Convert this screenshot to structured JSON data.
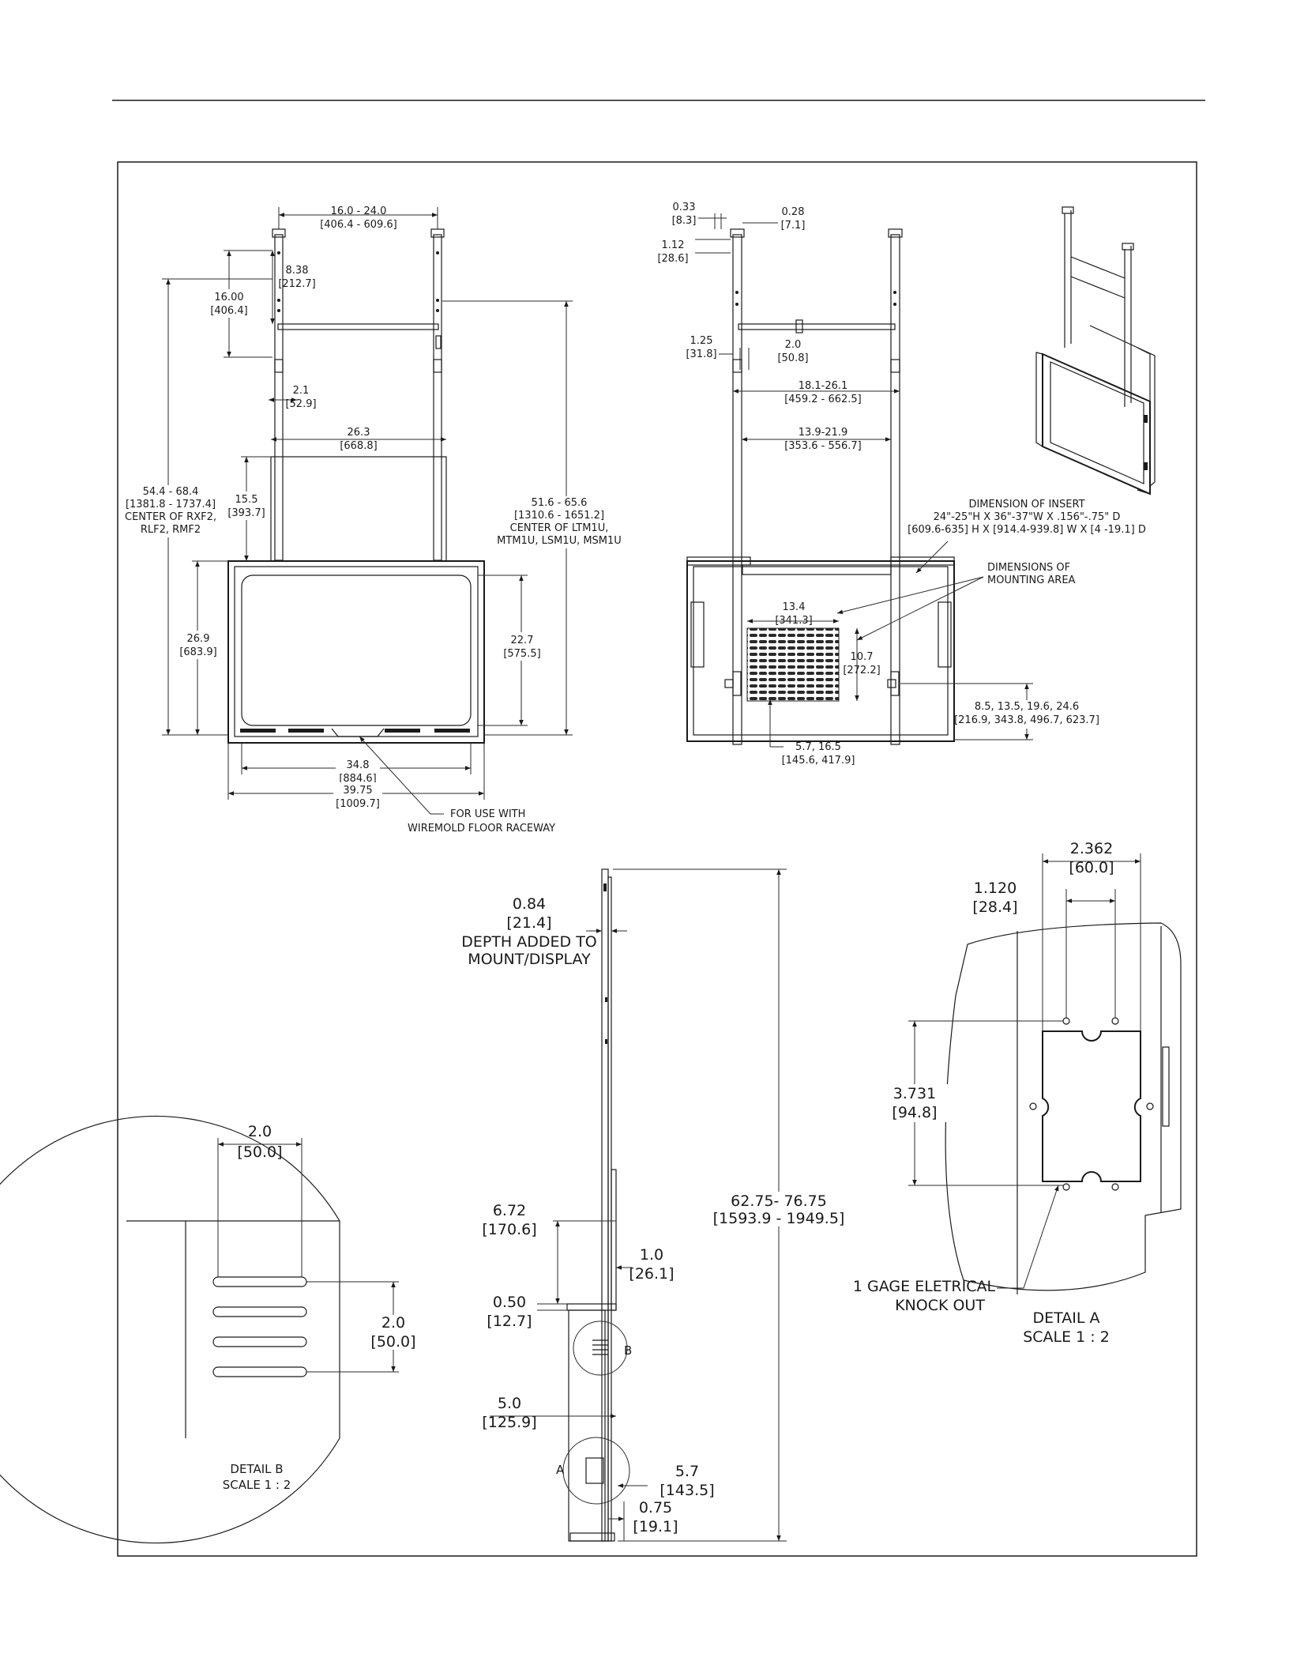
{
  "header": {},
  "views": {
    "front": {
      "width_range": [
        "16.0 - 24.0",
        "[406.4 - 609.6]"
      ],
      "d_16_00": [
        "16.00",
        "[406.4]"
      ],
      "d_8_38": [
        "8.38",
        "[212.7]"
      ],
      "d_2_1": [
        "2.1",
        "[52.9]"
      ],
      "d_26_3": [
        "26.3",
        "[668.8]"
      ],
      "d_15_5": [
        "15.5",
        "[393.7]"
      ],
      "overall_left": [
        "54.4 - 68.4",
        "[1381.8 - 1737.4]",
        "CENTER OF RXF2,",
        "RLF2, RMF2"
      ],
      "overall_right": [
        "51.6 - 65.6",
        "[1310.6 - 1651.2]",
        "CENTER OF LTM1U,",
        "MTM1U, LSM1U, MSM1U"
      ],
      "d_26_9": [
        "26.9",
        "[683.9]"
      ],
      "d_22_7": [
        "22.7",
        "[575.5]"
      ],
      "d_34_8": [
        "34.8",
        "[884.6]"
      ],
      "d_39_75": [
        "39.75",
        "[1009.7]"
      ],
      "raceway_note": [
        "FOR USE WITH",
        "WIREMOLD  FLOOR RACEWAY"
      ]
    },
    "rear": {
      "d_0_33": [
        "0.33",
        "[8.3]"
      ],
      "d_0_28": [
        "0.28",
        "[7.1]"
      ],
      "d_1_12": [
        "1.12",
        "[28.6]"
      ],
      "d_1_25": [
        "1.25",
        "[31.8]"
      ],
      "d_2_0": [
        "2.0",
        "[50.8]"
      ],
      "d_18_1": [
        "18.1-26.1",
        "[459.2 - 662.5]"
      ],
      "d_13_9": [
        "13.9-21.9",
        "[353.6 - 556.7]"
      ],
      "insert_note": [
        "DIMENSION OF INSERT",
        "24\"-25\"H X 36\"-37\"W X .156\"-.75\" D",
        "[609.6-635] H X [914.4-939.8] W X [4 -19.1] D"
      ],
      "mount_area_note": [
        "DIMENSIONS OF",
        "MOUNTING AREA"
      ],
      "d_13_4": [
        "13.4",
        "[341.3]"
      ],
      "d_10_7": [
        "10.7",
        "[272.2]"
      ],
      "d_heights": [
        "8.5, 13.5, 19.6, 24.6",
        "[216.9, 343.8, 496.7, 623.7]"
      ],
      "d_5_7_16_5": [
        "5.7, 16.5",
        "[145.6, 417.9]"
      ]
    },
    "side": {
      "d_0_84": [
        "0.84",
        "[21.4]",
        "DEPTH ADDED TO",
        "MOUNT/DISPLAY"
      ],
      "d_overall": [
        "62.75- 76.75",
        "[1593.9 - 1949.5]"
      ],
      "d_6_72": [
        "6.72",
        "[170.6]"
      ],
      "d_1_0": [
        "1.0",
        "[26.1]"
      ],
      "d_0_50": [
        "0.50",
        "[12.7]"
      ],
      "d_5_0": [
        "5.0",
        "[125.9]"
      ],
      "d_5_7": [
        "5.7",
        "[143.5]"
      ],
      "d_0_75": [
        "0.75",
        "[19.1]"
      ],
      "callout_a": "A",
      "callout_b": "B"
    },
    "detail_a": {
      "d_2_362": [
        "2.362",
        "[60.0]"
      ],
      "d_1_120": [
        "1.120",
        "[28.4]"
      ],
      "d_3_731": [
        "3.731",
        "[94.8]"
      ],
      "knockout_note": [
        "1 GAGE ELETRICAL",
        "KNOCK OUT"
      ],
      "caption": [
        "DETAIL A",
        "SCALE 1 : 2"
      ]
    },
    "detail_b": {
      "d_2_0_top": [
        "2.0",
        "[50.0]"
      ],
      "d_2_0_right": [
        "2.0",
        "[50.0]"
      ],
      "caption": [
        "DETAIL B",
        "SCALE 1 : 2"
      ]
    }
  }
}
